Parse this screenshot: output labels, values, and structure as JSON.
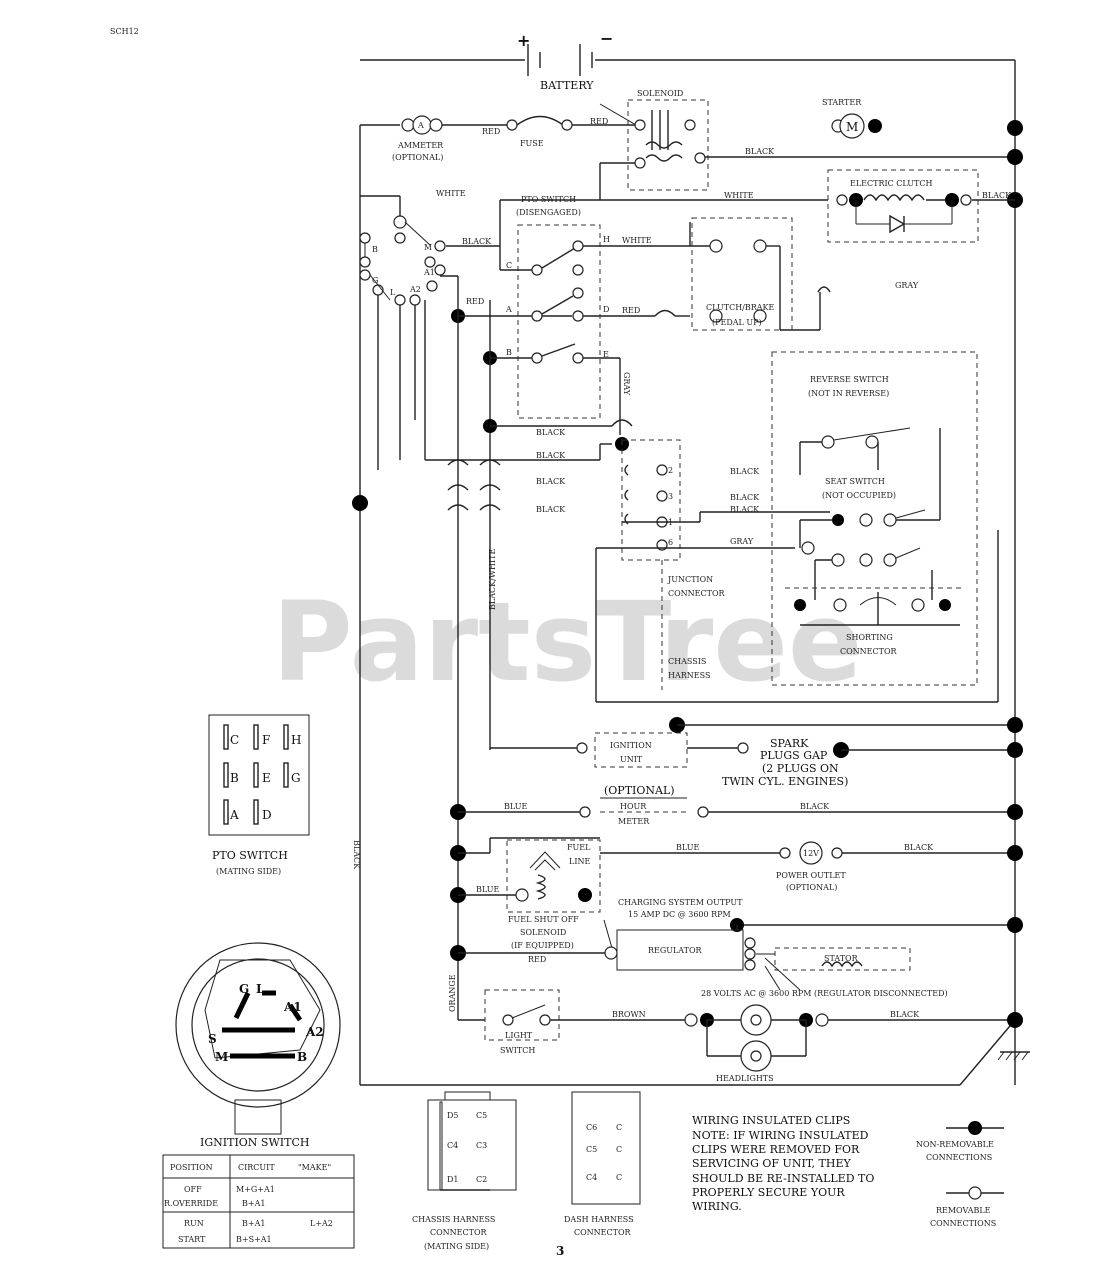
{
  "doc": {
    "code": "SCH12",
    "page_number": "3",
    "watermark": "PartsTree"
  },
  "labels": {
    "battery": "BATTERY",
    "solenoid": "SOLENOID",
    "starter": "STARTER",
    "starter_symbol": "M",
    "ammeter_symbol": "A",
    "ammeter": "AMMETER",
    "ammeter_optional": "(OPTIONAL)",
    "fuse": "FUSE",
    "electric_clutch": "ELECTRIC CLUTCH",
    "pto_switch_top": "PTO SWITCH",
    "pto_disengaged": "(DISENGAGED)",
    "clutch_brake": "CLUTCH/BRAKE",
    "pedal_up": "(PEDAL UP)",
    "reverse_switch": "REVERSE SWITCH",
    "not_in_reverse": "(NOT IN REVERSE)",
    "seat_switch": "SEAT SWITCH",
    "not_occupied": "(NOT OCCUPIED)",
    "junction_connector_1": "JUNCTION",
    "junction_connector_2": "CONNECTOR",
    "shorting_connector_1": "SHORTING",
    "shorting_connector_2": "CONNECTOR",
    "chassis_harness_1": "CHASSIS",
    "chassis_harness_2": "HARNESS",
    "ignition_unit_1": "IGNITION",
    "ignition_unit_2": "UNIT",
    "spark_plugs_1": "SPARK",
    "spark_plugs_2": "PLUGS GAP",
    "spark_plugs_3": "(2 PLUGS ON",
    "spark_plugs_4": "TWIN CYL. ENGINES)",
    "optional": "(OPTIONAL)",
    "hour_meter_1": "HOUR",
    "hour_meter_2": "METER",
    "fuel_line_1": "FUEL",
    "fuel_line_2": "LINE",
    "twelve_v": "12V",
    "power_outlet_1": "POWER OUTLET",
    "power_outlet_2": "(OPTIONAL)",
    "fuel_solenoid_1": "FUEL SHUT OFF",
    "fuel_solenoid_2": "SOLENOID",
    "fuel_solenoid_3": "(IF EQUIPPED)",
    "charging_1": "CHARGING SYSTEM OUTPUT",
    "charging_2": "15 AMP DC @ 3600 RPM",
    "regulator": "REGULATOR",
    "stator": "STATOR",
    "stator_volts": "28 VOLTS AC @ 3600 RPM (REGULATOR DISCONNECTED)",
    "light_switch_1": "LIGHT",
    "light_switch_2": "SWITCH",
    "headlights": "HEADLIGHTS",
    "pto_switch": "PTO SWITCH",
    "mating_side": "(MATING SIDE)",
    "ignition_switch": "IGNITION SWITCH",
    "chassis_conn_1": "CHASSIS HARNESS",
    "chassis_conn_2": "CONNECTOR",
    "chassis_conn_3": "(MATING SIDE)",
    "dash_conn_1": "DASH HARNESS",
    "dash_conn_2": "CONNECTOR",
    "nonremovable_1": "NON-REMOVABLE",
    "nonremovable_2": "CONNECTIONS",
    "removable_1": "REMOVABLE",
    "removable_2": "CONNECTIONS"
  },
  "wire_colors": {
    "red": "RED",
    "black": "BLACK",
    "white": "WHITE",
    "gray": "GRAY",
    "blue": "BLUE",
    "brown": "BROWN",
    "orange": "ORANGE",
    "black_white": "BLACK/WHITE"
  },
  "terminals": {
    "pto": {
      "h": "H",
      "c": "C",
      "a": "A",
      "d": "D",
      "b": "B",
      "e": "E"
    },
    "ign": {
      "b": "B",
      "m": "M",
      "a1": "A1",
      "a2": "A2",
      "l": "L",
      "g": "G",
      "s": "S"
    },
    "junction": {
      "n2": "2",
      "n3": "3",
      "n1": "1",
      "n6": "6"
    }
  },
  "pto_connector_pins": [
    "C",
    "F",
    "H",
    "B",
    "E",
    "G",
    "A",
    "D"
  ],
  "ignition_pins": [
    "G",
    "L",
    "A1",
    "A2",
    "S",
    "M",
    "B"
  ],
  "chassis_pins": [
    "D5",
    "C5",
    "C4",
    "C3",
    "D1",
    "C2"
  ],
  "dash_pins": [
    "C6",
    "C",
    "C5",
    "C",
    "C4",
    "C"
  ],
  "note": [
    "WIRING INSULATED CLIPS",
    "NOTE: IF WIRING INSULATED",
    "CLIPS WERE REMOVED FOR",
    "SERVICING OF UNIT, THEY",
    "SHOULD BE RE-INSTALLED TO",
    "PROPERLY SECURE YOUR",
    "WIRING."
  ],
  "ignition_table": {
    "headers": [
      "POSITION",
      "CIRCUIT",
      "\"MAKE\""
    ],
    "rows": [
      [
        "OFF",
        "M+G+A1",
        ""
      ],
      [
        "R.OVERRIDE",
        "B+A1",
        ""
      ],
      [
        "RUN",
        "B+A1",
        "L+A2"
      ],
      [
        "START",
        "B+S+A1",
        ""
      ]
    ]
  }
}
